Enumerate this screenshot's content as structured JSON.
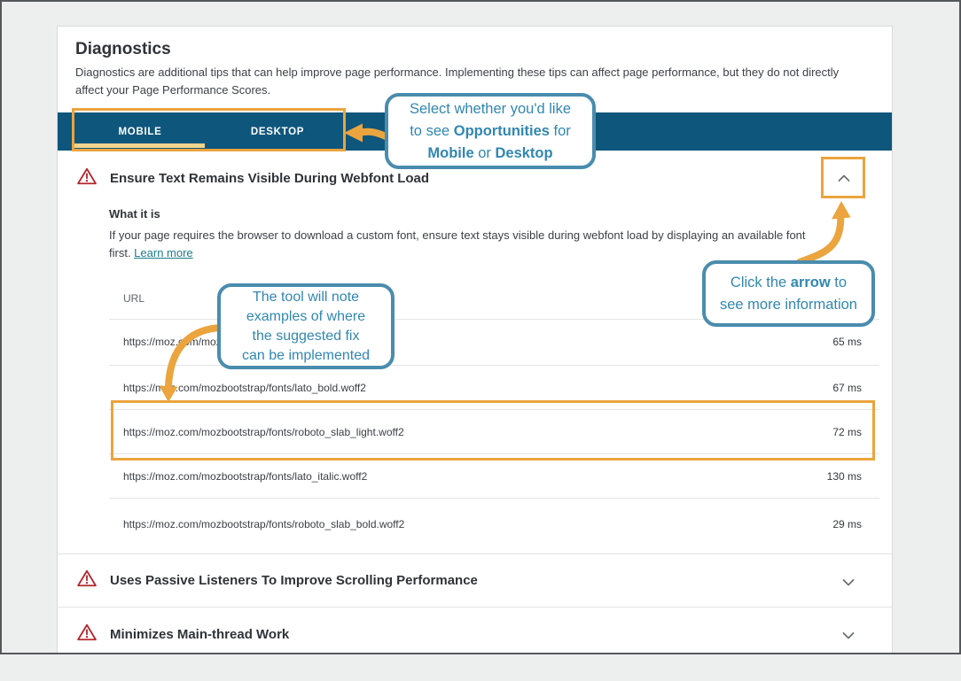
{
  "card": {
    "title": "Diagnostics",
    "description": "Diagnostics are additional tips that can help improve page performance. Implementing these tips can affect page performance, but they do not directly affect your Page Performance Scores."
  },
  "tabs": {
    "mobile": "MOBILE",
    "desktop": "DESKTOP",
    "active": "MOBILE"
  },
  "sections": [
    {
      "title": "Ensure Text Remains Visible During Webfont Load",
      "expanded": true
    },
    {
      "title": "Uses Passive Listeners To Improve Scrolling Performance",
      "expanded": false
    },
    {
      "title": "Minimizes Main-thread Work",
      "expanded": false
    }
  ],
  "detail": {
    "what_it_is_label": "What it is",
    "what_it_is_line1": "If your page requires the browser to download a custom font, ensure text stays visible during webfont load by displaying an available font",
    "what_it_is_line2": "first. ",
    "learn_more_label": "Learn more"
  },
  "table": {
    "url_header": "URL",
    "rows": [
      {
        "url": "https://moz.com/moz",
        "time": "65 ms"
      },
      {
        "url": "https://moz.com/mozbootstrap/fonts/lato_bold.woff2",
        "time": "67 ms"
      },
      {
        "url": "https://moz.com/mozbootstrap/fonts/roboto_slab_light.woff2",
        "time": "72 ms",
        "highlighted": true
      },
      {
        "url": "https://moz.com/mozbootstrap/fonts/lato_italic.woff2",
        "time": "130 ms"
      },
      {
        "url": "https://moz.com/mozbootstrap/fonts/roboto_slab_bold.woff2",
        "time": "29 ms"
      }
    ]
  },
  "callouts": {
    "tabs": {
      "l1": "Select whether you'd like",
      "l2a": "to see ",
      "l2b": "Opportunities",
      "l2c": " for",
      "l3a": "Mobile",
      "l3b": " or ",
      "l3c": "Desktop"
    },
    "arrow": {
      "l1a": "Click the ",
      "l1b": "arrow",
      "l1c": " to",
      "l2": "see more information"
    },
    "tool": {
      "l1": "The tool will note",
      "l2": "examples of where",
      "l3": "the suggested fix",
      "l4": "can be implemented"
    }
  },
  "colors": {
    "tabbar_teal": "#0e567c",
    "active_tab_underline": "#f2d58c",
    "annotation_orange": "#eba43e",
    "callout_blue_border": "#4a8cae",
    "callout_blue_text": "#3187b1",
    "warning_red": "#b3282d",
    "link_teal": "#1e7b8b"
  }
}
